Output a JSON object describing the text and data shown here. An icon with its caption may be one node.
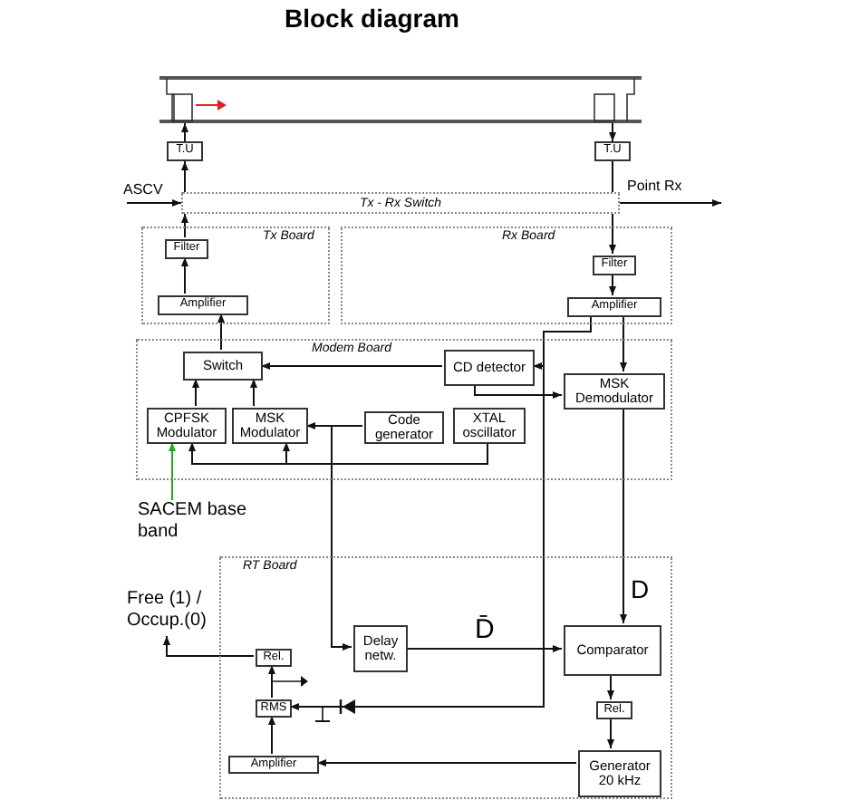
{
  "diagram": {
    "title": "Block diagram",
    "nodes": [
      {
        "text": [],
        "shape": "bar"
      },
      {
        "text": [
          "T.U"
        ]
      },
      {
        "text": [
          "T.U"
        ]
      },
      {
        "text": [
          "Tx - Rx Switch"
        ]
      },
      {
        "text": [
          "Tx Board"
        ]
      },
      {
        "text": [
          "Filter"
        ],
        "in": 4
      },
      {
        "text": [
          "Amplifier"
        ],
        "in": 4
      },
      {
        "text": [
          "Rx Board"
        ]
      },
      {
        "text": [
          "Filter"
        ],
        "in": 7
      },
      {
        "text": [
          "Amplifier"
        ],
        "in": 7
      },
      {
        "text": [
          "Modem Board"
        ]
      },
      {
        "text": [
          "Switch"
        ],
        "in": 10
      },
      {
        "text": [
          "CD detector"
        ],
        "in": 10
      },
      {
        "text": [
          "MSK Demodulator"
        ],
        "in": 10
      },
      {
        "text": [
          "CPFSK Modulator"
        ],
        "in": 10
      },
      {
        "text": [
          "MSK Modulator"
        ],
        "in": 10
      },
      {
        "text": [
          "Code generator"
        ],
        "in": 10
      },
      {
        "text": [
          "XTAL oscillator"
        ],
        "in": 10
      },
      {
        "text": [
          "SACEM base band"
        ]
      },
      {
        "text": [
          "RT Board"
        ]
      },
      {
        "text": [
          "Delay netw."
        ],
        "in": 19
      },
      {
        "text": [
          "Comparator"
        ],
        "in": 19
      },
      {
        "text": [
          "Rel."
        ],
        "in": 19
      },
      {
        "text": [
          "RMS"
        ],
        "in": 19
      },
      {
        "text": [
          "Rel."
        ],
        "in": 19
      },
      {
        "text": [
          "Amplifier"
        ],
        "in": 19
      },
      {
        "text": [
          "Generator 20 kHz"
        ],
        "in": 19
      },
      {
        "text": [
          "Free (1) / Occup.(0)"
        ]
      }
    ],
    "edges": [
      {
        "from": 1,
        "to": 0,
        "arrow": "to"
      },
      {
        "from": 0,
        "to": 2,
        "arrow": "to"
      },
      {
        "from": 3,
        "to": 1,
        "arrow": "to"
      },
      {
        "from": 2,
        "to": 3,
        "arrow": "none"
      },
      {
        "from": null,
        "to": 3,
        "arrow": "to",
        "label": "ASCV"
      },
      {
        "from": 3,
        "to": null,
        "arrow": "to",
        "label": "Point Rx"
      },
      {
        "from": 5,
        "to": 3,
        "arrow": "to"
      },
      {
        "from": 6,
        "to": 5,
        "arrow": "to"
      },
      {
        "from": 11,
        "to": 6,
        "arrow": "to"
      },
      {
        "from": 3,
        "to": 8,
        "arrow": "to"
      },
      {
        "from": 8,
        "to": 9,
        "arrow": "to"
      },
      {
        "from": 9,
        "to": 13,
        "arrow": "to"
      },
      {
        "from": 9,
        "to": 12,
        "arrow": "to"
      },
      {
        "from": 12,
        "to": 11,
        "arrow": "to"
      },
      {
        "from": 12,
        "to": 13,
        "arrow": "to"
      },
      {
        "from": 14,
        "to": 11,
        "arrow": "to"
      },
      {
        "from": 15,
        "to": 11,
        "arrow": "to"
      },
      {
        "from": 16,
        "to": 15,
        "arrow": "to"
      },
      {
        "from": 17,
        "to": 14,
        "arrow": "to"
      },
      {
        "from": 17,
        "to": 15,
        "arrow": "to"
      },
      {
        "from": 18,
        "to": 14,
        "arrow": "to",
        "color": "#22aa22"
      },
      {
        "from": 16,
        "to": 20,
        "arrow": "to"
      },
      {
        "from": 20,
        "to": 21,
        "arrow": "to",
        "label": "D̄"
      },
      {
        "from": 13,
        "to": 21,
        "arrow": "to",
        "label": "D"
      },
      {
        "from": 21,
        "to": 24,
        "arrow": "to"
      },
      {
        "from": 24,
        "to": 26,
        "arrow": "to"
      },
      {
        "from": 26,
        "to": 25,
        "arrow": "to"
      },
      {
        "from": 25,
        "to": 23,
        "arrow": "to"
      },
      {
        "from": 23,
        "to": 22,
        "arrow": "to"
      },
      {
        "from": 22,
        "to": 27,
        "arrow": "to"
      },
      {
        "from": 9,
        "to": 23,
        "arrow": "to"
      }
    ]
  }
}
